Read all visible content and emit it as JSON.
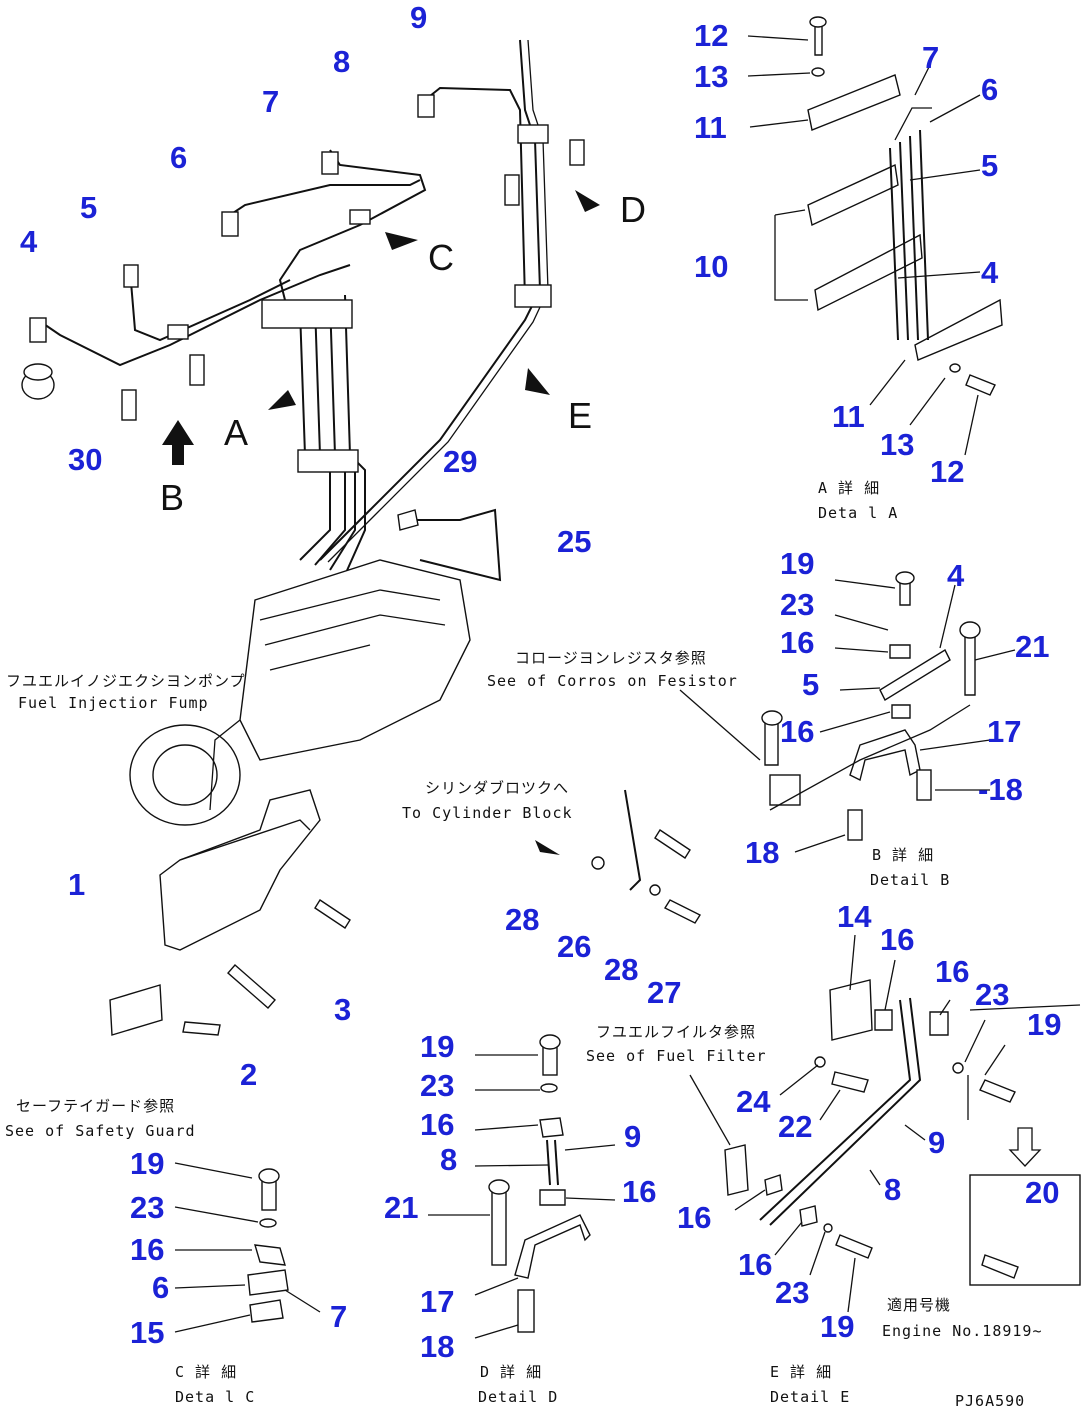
{
  "callouts": {
    "n1": "1",
    "n2": "2",
    "n3": "3",
    "n4": "4",
    "n5": "5",
    "n6": "6",
    "n7": "7",
    "n8": "8",
    "n9": "9",
    "n30": "30",
    "n29": "29",
    "n25": "25",
    "n28a": "28",
    "n26": "26",
    "n28b": "28",
    "n27": "27",
    "dA12a": "12",
    "dA13a": "13",
    "dA7": "7",
    "dA6": "6",
    "dA11a": "11",
    "dA5": "5",
    "dA10": "10",
    "dA4": "4",
    "dA11b": "11",
    "dA13b": "13",
    "dA12b": "12",
    "dB19": "19",
    "dB23": "23",
    "dB16a": "16",
    "dB4": "4",
    "dB21": "21",
    "dB5": "5",
    "dB16b": "16",
    "dB17": "17",
    "dB18a": "-18",
    "dB18b": "18",
    "dC19": "19",
    "dC23": "23",
    "dC16": "16",
    "dC6": "6",
    "dC7": "7",
    "dC15": "15",
    "dD19": "19",
    "dD23": "23",
    "dD16a": "16",
    "dD9": "9",
    "dD8": "8",
    "dD21": "21",
    "dD16b": "16",
    "dD17": "17",
    "dD18": "18",
    "dE14": "14",
    "dE16a": "16",
    "dE16b": "16",
    "dE23a": "23",
    "dE19a": "19",
    "dE24": "24",
    "dE22": "22",
    "dE9": "9",
    "dE20": "20",
    "dE16c": "16",
    "dE8": "8",
    "dE16d": "16",
    "dE23b": "23",
    "dE19b": "19"
  },
  "view_letters": {
    "A": "A",
    "B": "B",
    "C": "C",
    "D": "D",
    "E": "E"
  },
  "notes": {
    "fuel_pump_jp": "フユエルイノジエクシヨンポンプ",
    "fuel_pump_en": "Fuel Injectior Fump",
    "corrosion_jp": "コロージヨンレジスタ参照",
    "corrosion_en": "See of Corros on Fesistor",
    "cylinder_jp": "シリンダブロツクへ",
    "cylinder_en": "To Cylinder Block",
    "safety_jp": "セーフテイガード参照",
    "safety_en": "See of Safety Guard",
    "filter_jp": "フユエルフイルタ参照",
    "filter_en": "See of Fuel Filter",
    "detailA_jp": "A 詳 細",
    "detailA_en": "Deta l A",
    "detailB_jp": "B 詳 細",
    "detailB_en": "Detail B",
    "detailC_jp": "C 詳 細",
    "detailC_en": "Deta l C",
    "detailD_jp": "D 詳 細",
    "detailD_en": "Detail D",
    "detailE_jp": "E 詳 細",
    "detailE_en": "Detail E",
    "serial_jp": "適用号機",
    "serial_en": "Engine No.18919~",
    "drawing_code": "PJ6A590"
  }
}
